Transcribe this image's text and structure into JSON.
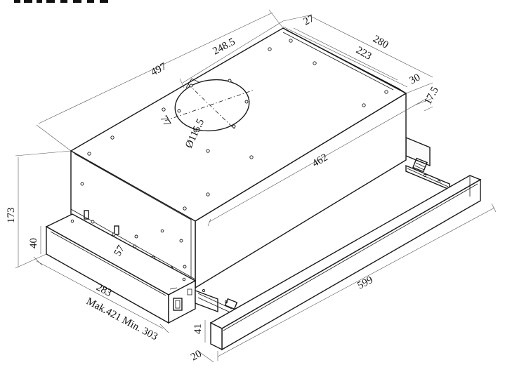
{
  "diagram": {
    "dimensions": {
      "d497": "497",
      "d248_5": "248.5",
      "d27": "27",
      "d280": "280",
      "d223": "223",
      "d30": "30",
      "d17_5": "17.5",
      "d77": "77",
      "d_diameter": "Ø115.5",
      "d462": "462",
      "d173": "173",
      "d40": "40",
      "d57": "57",
      "d283": "283",
      "d_maxmin": "Mak.421 Min. 303",
      "d599": "599",
      "d41": "41",
      "d20": "20"
    }
  }
}
